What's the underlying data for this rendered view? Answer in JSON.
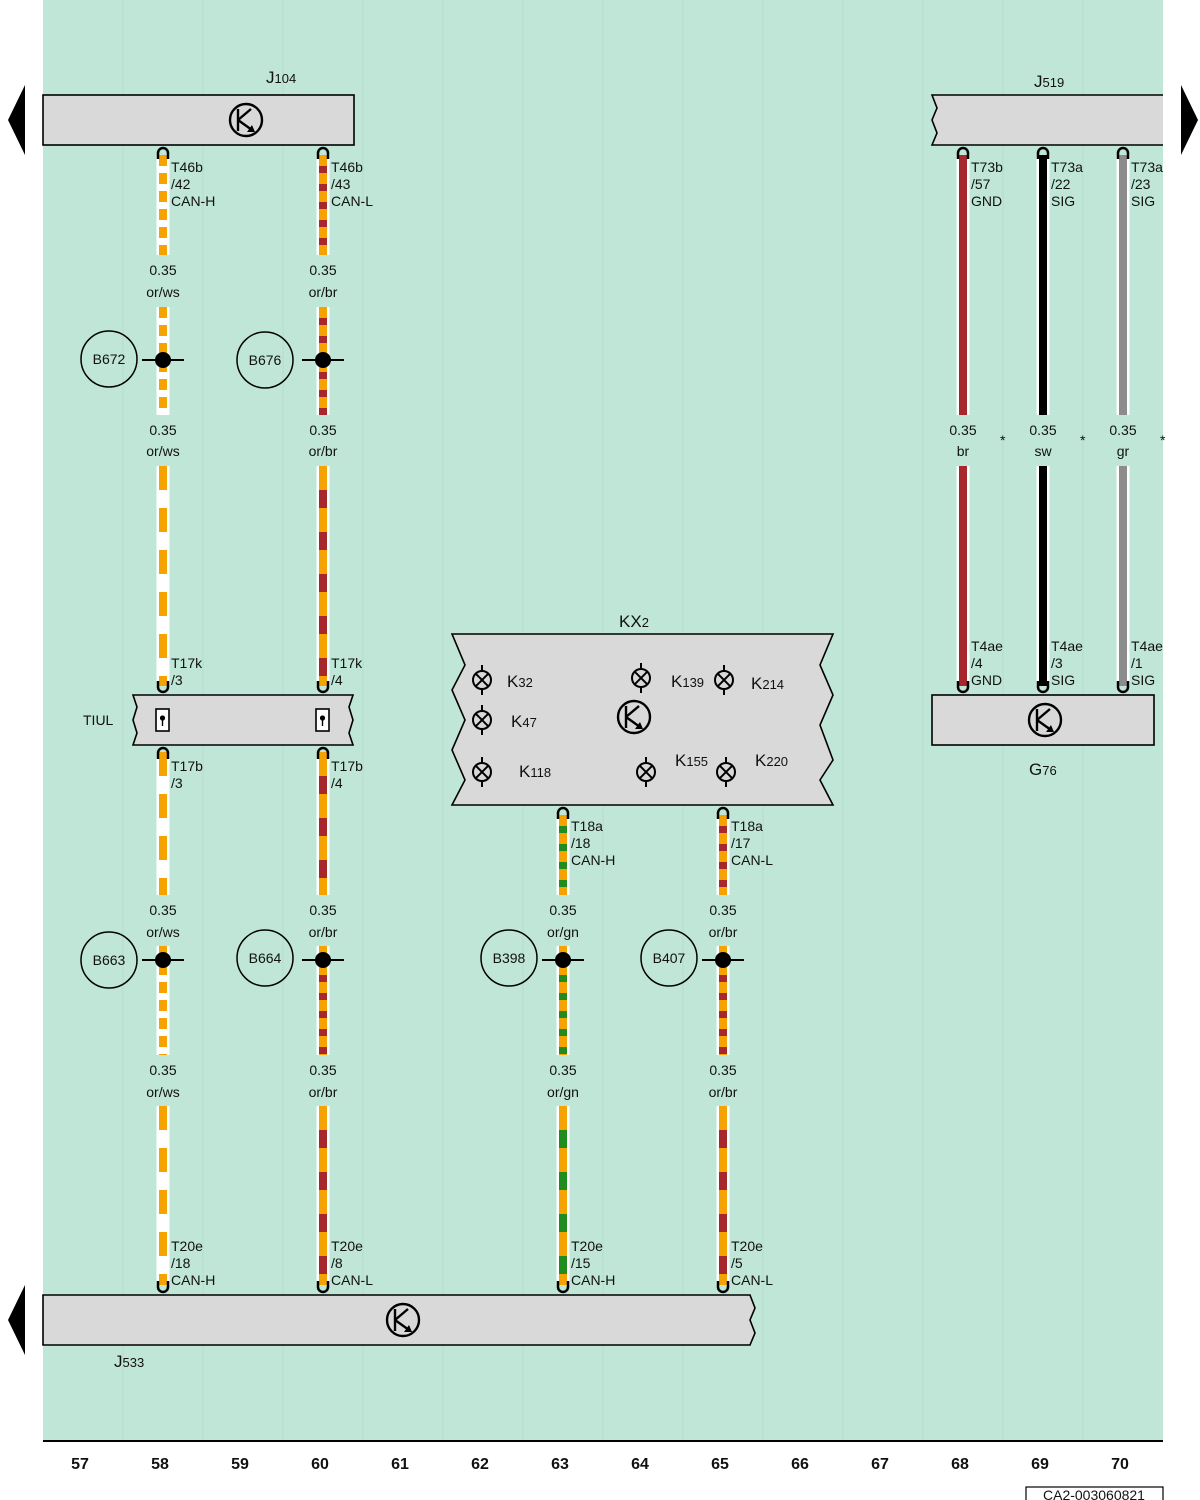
{
  "colors": {
    "background": "#c0e6d8",
    "component_fill": "#d9d9d9",
    "or": "#f5a300",
    "ws": "#ffffff",
    "br": "#a6282c",
    "gn": "#1e8c1e",
    "sw": "#000000",
    "gr": "#8c8c8c"
  },
  "components": {
    "J104": {
      "name": "J",
      "sub": "104"
    },
    "J519": {
      "name": "J",
      "sub": "519"
    },
    "J533": {
      "name": "J",
      "sub": "533"
    },
    "KX2": {
      "name": "KX",
      "sub": "2"
    },
    "G76": {
      "name": "G",
      "sub": "76"
    },
    "TIUL": {
      "name": "TIUL"
    }
  },
  "kx2_lamps": [
    {
      "name": "K",
      "sub": "32"
    },
    {
      "name": "K",
      "sub": "47"
    },
    {
      "name": "K",
      "sub": "118"
    },
    {
      "name": "K",
      "sub": "139"
    },
    {
      "name": "K",
      "sub": "214"
    },
    {
      "name": "K",
      "sub": "155"
    },
    {
      "name": "K",
      "sub": "220"
    }
  ],
  "wires": [
    {
      "color": "or/ws",
      "size": "0.35",
      "sections": [
        {
          "size": "0.35",
          "color": "or/ws"
        },
        {
          "size": "0.35",
          "color": "or/ws"
        },
        {
          "size": "0.35",
          "color": "or/ws"
        },
        {
          "size": "0.35",
          "color": "or/ws"
        }
      ]
    },
    {
      "color": "or/br",
      "size": "0.35",
      "sections": [
        {
          "size": "0.35",
          "color": "or/br"
        },
        {
          "size": "0.35",
          "color": "or/br"
        },
        {
          "size": "0.35",
          "color": "or/br"
        },
        {
          "size": "0.35",
          "color": "or/br"
        }
      ]
    },
    {
      "color": "or/gn",
      "size": "0.35",
      "sections": [
        {
          "size": "0.35",
          "color": "or/gn"
        },
        {
          "size": "0.35",
          "color": "or/gn"
        }
      ]
    },
    {
      "color": "or/br",
      "size": "0.35",
      "sections": [
        {
          "size": "0.35",
          "color": "or/br"
        },
        {
          "size": "0.35",
          "color": "or/br"
        }
      ]
    },
    {
      "color": "br",
      "size": "0.35",
      "sections": [
        {
          "size": "0.35",
          "color": "br"
        }
      ]
    },
    {
      "color": "sw",
      "size": "0.35",
      "sections": [
        {
          "size": "0.35",
          "color": "sw"
        }
      ]
    },
    {
      "color": "gr",
      "size": "0.35",
      "sections": [
        {
          "size": "0.35",
          "color": "gr"
        }
      ]
    }
  ],
  "pins": [
    [
      "T46b",
      "/42",
      "CAN-H"
    ],
    [
      "T46b",
      "/43",
      "CAN-L"
    ],
    [
      "T17k",
      "/3"
    ],
    [
      "T17k",
      "/4"
    ],
    [
      "T17b",
      "/3"
    ],
    [
      "T17b",
      "/4"
    ],
    [
      "T20e",
      "/18",
      "CAN-H"
    ],
    [
      "T20e",
      "/8",
      "CAN-L"
    ],
    [
      "T18a",
      "/18",
      "CAN-H"
    ],
    [
      "T18a",
      "/17",
      "CAN-L"
    ],
    [
      "T20e",
      "/15",
      "CAN-H"
    ],
    [
      "T20e",
      "/5",
      "CAN-L"
    ],
    [
      "T73b",
      "/57",
      "GND"
    ],
    [
      "T73a",
      "/22",
      "SIG"
    ],
    [
      "T73a",
      "/23",
      "SIG"
    ],
    [
      "T4ae",
      "/4",
      "GND"
    ],
    [
      "T4ae",
      "/3",
      "SIG"
    ],
    [
      "T4ae",
      "/1",
      "SIG"
    ]
  ],
  "splices": [
    "B672",
    "B676",
    "B663",
    "B664",
    "B398",
    "B407"
  ],
  "asterisk": "*",
  "columns": [
    "57",
    "58",
    "59",
    "60",
    "61",
    "62",
    "63",
    "64",
    "65",
    "66",
    "67",
    "68",
    "69",
    "70"
  ],
  "doc_id": "CA2-003060821"
}
